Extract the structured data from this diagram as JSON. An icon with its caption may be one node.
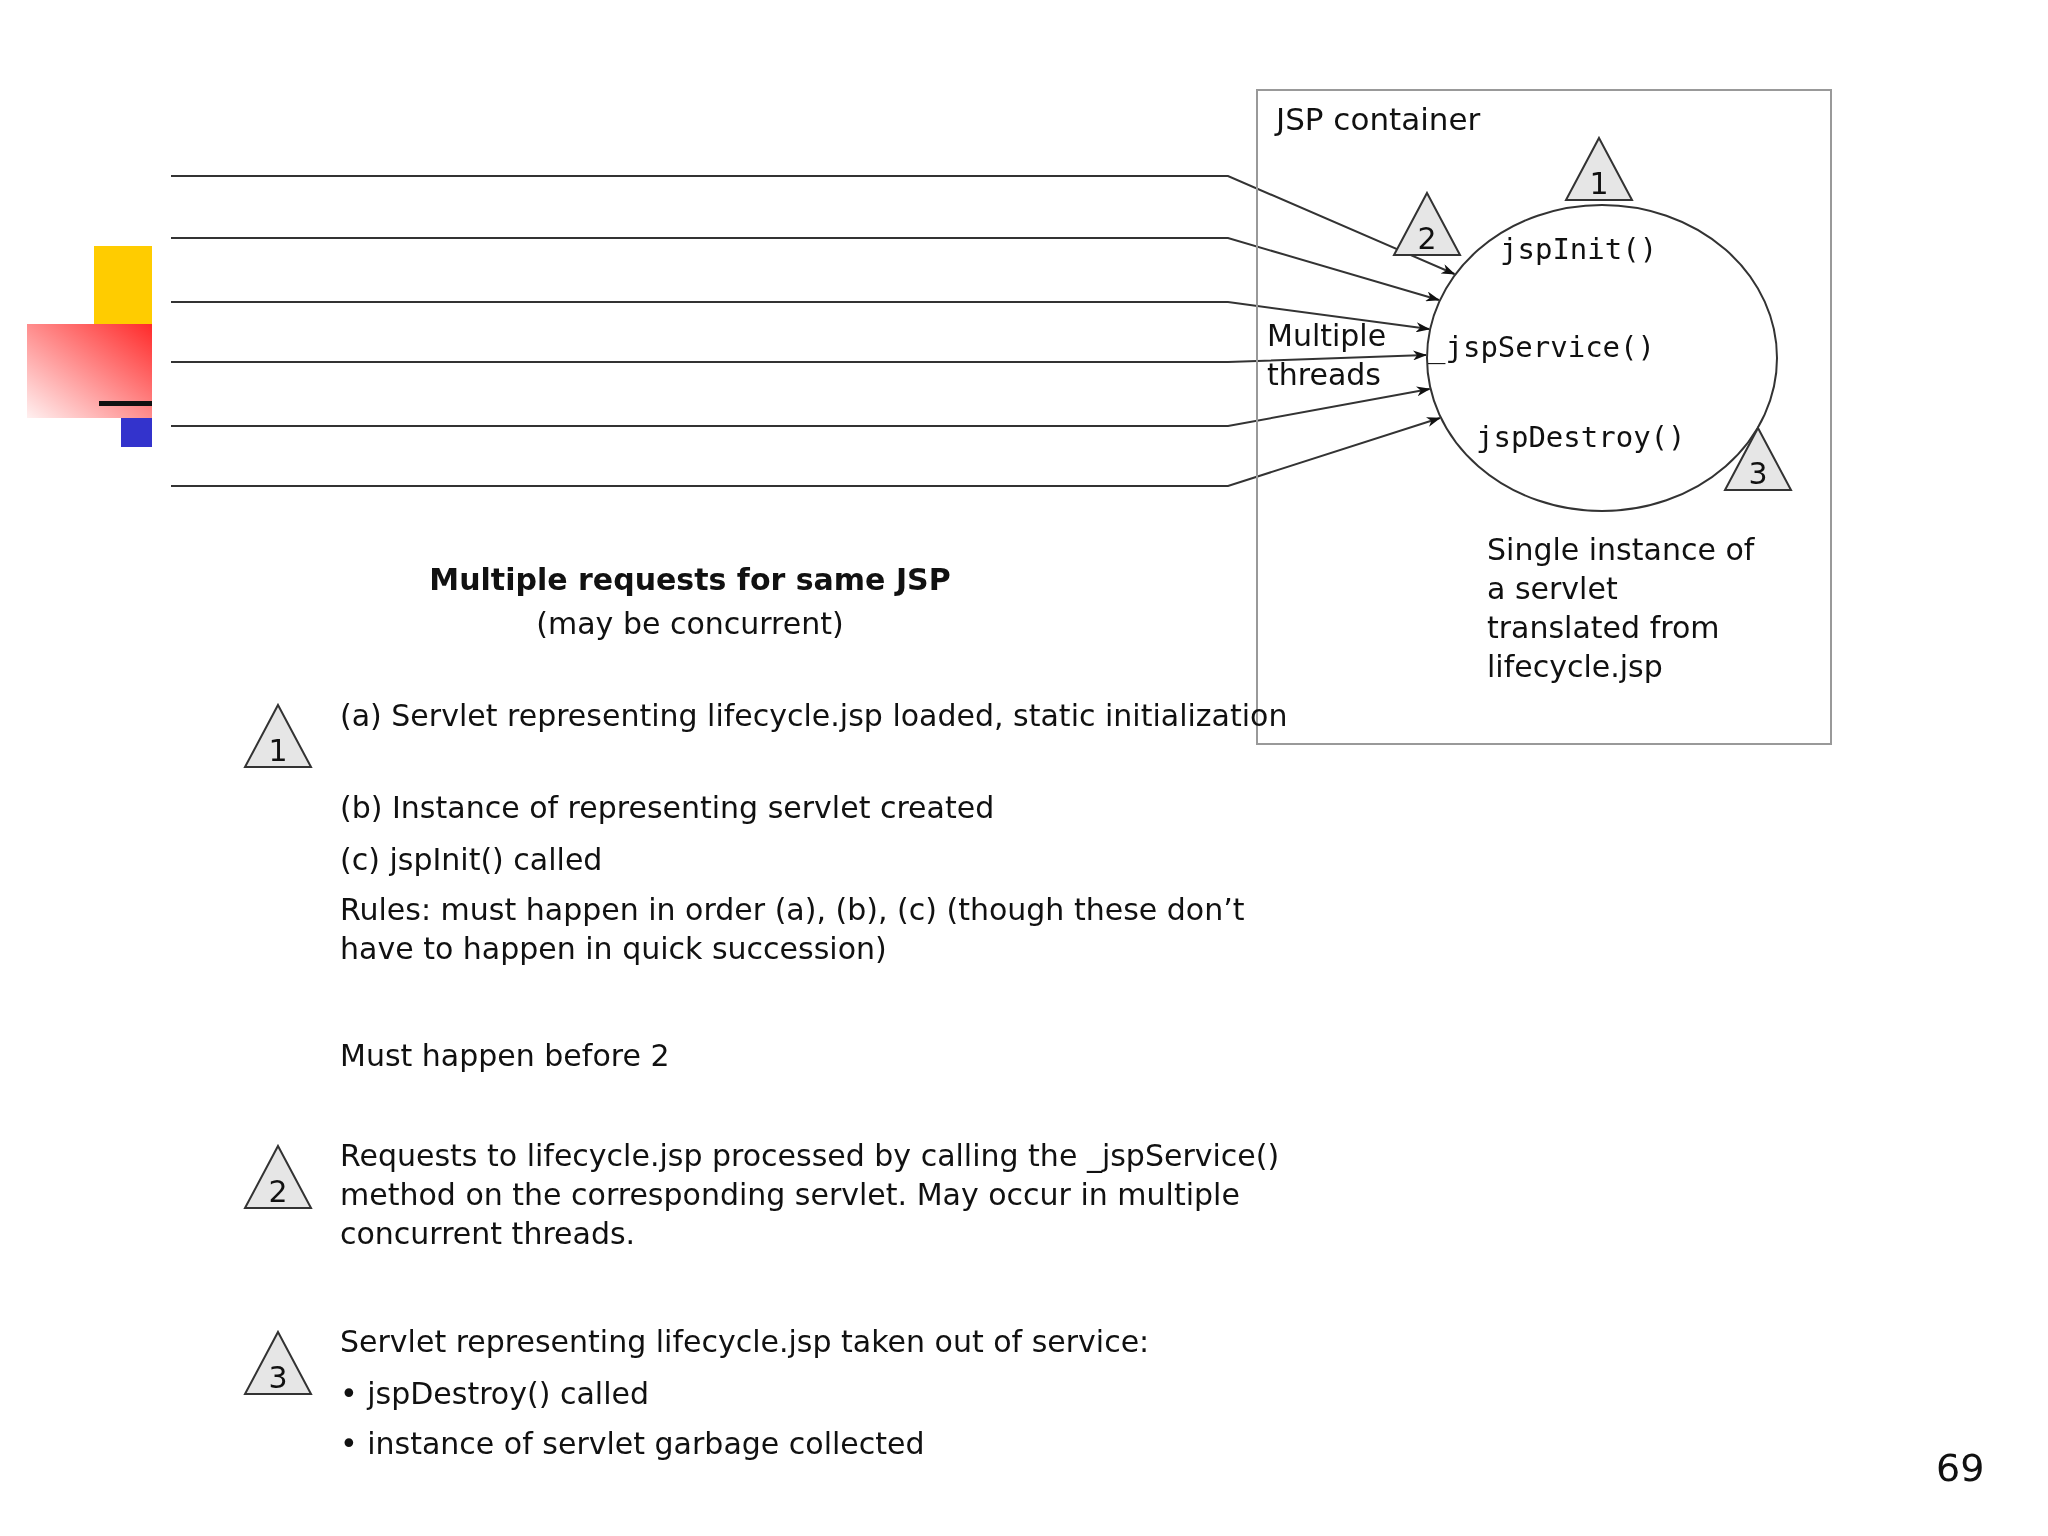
{
  "diagram": {
    "nodes": [
      {
        "text": [
          "JSP container"
        ]
      },
      {
        "text": [
          "1"
        ],
        "in": 0
      },
      {
        "text": [
          "2"
        ],
        "in": 0
      },
      {
        "text": [
          "jspInit()",
          "_jspService()",
          "jspDestroy()"
        ],
        "in": 0
      },
      {
        "text": [
          "3"
        ],
        "in": 0
      },
      {
        "text": [
          "1"
        ],
        "beside": [
          "(a) Servlet representing lifecycle.jsp loaded, static initialization",
          "(b) Instance of representing servlet created",
          "(c) jspInit() called",
          "Rules: must happen in order (a), (b), (c) (though these don’t have to happen in quick succession)",
          "Must happen before 2"
        ]
      },
      {
        "text": [
          "2"
        ],
        "beside": [
          "Requests to lifecycle.jsp processed by calling the _jspService() method on the corresponding servlet. May occur in multiple concurrent threads."
        ]
      },
      {
        "text": [
          "3"
        ],
        "beside": [
          "Servlet representing lifecycle.jsp taken out of service:",
          "• jspDestroy() called",
          "• instance of servlet garbage collected"
        ]
      }
    ],
    "edges": [
      {
        "from": null,
        "to": 3,
        "arrow": "to"
      },
      {
        "from": null,
        "to": 3,
        "arrow": "to"
      },
      {
        "from": null,
        "to": 3,
        "arrow": "to"
      },
      {
        "from": null,
        "to": 3,
        "arrow": "to"
      },
      {
        "from": null,
        "to": 3,
        "arrow": "to"
      },
      {
        "from": null,
        "to": 3,
        "arrow": "to"
      }
    ],
    "labels": [
      "Multiple threads",
      "Single instance of a servlet translated from lifecycle.jsp",
      "Multiple requests for same JSP",
      "(may be concurrent)",
      "69"
    ]
  }
}
